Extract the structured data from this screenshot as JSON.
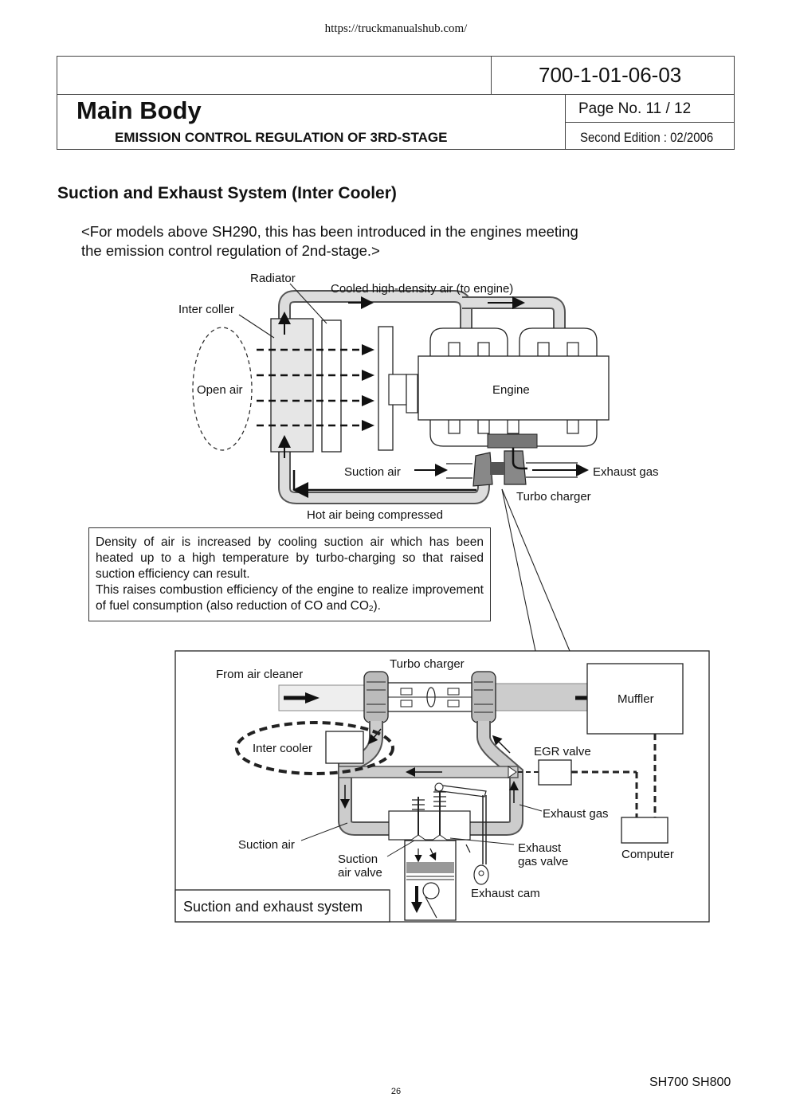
{
  "source_url": "https://truckmanualshub.com/",
  "header": {
    "doc_number": "700-1-01-06-03",
    "title": "Main Body",
    "subtitle": "EMISSION CONTROL REGULATION OF 3RD-STAGE",
    "page_label": "Page  No.   11 / 12",
    "edition": "Second Edition : 02/2006"
  },
  "section": {
    "title": "Suction and Exhaust System (Inter Cooler)",
    "intro_line1": "<For models above SH290, this has been introduced in the engines meeting",
    "intro_line2": "the emission control regulation of 2nd-stage.>"
  },
  "diagram_top": {
    "radiator": "Radiator",
    "cooled_air": "Cooled high-density air (to engine)",
    "inter_coller": "Inter coller",
    "open_air": "Open air",
    "engine": "Engine",
    "suction_air": "Suction air",
    "exhaust_gas": "Exhaust gas",
    "turbo_charger": "Turbo charger",
    "hot_air": "Hot air being compressed"
  },
  "note": {
    "para1": "Density of air is increased by cooling suction air which has been heated up to a high temperature by turbo-charging so that raised suction efficiency can result.",
    "para2_pre": "This raises combustion efficiency of the engine to realize improvement of fuel consumption (also reduction of CO and CO",
    "para2_sub": "2",
    "para2_post": ")."
  },
  "diagram_bottom": {
    "turbo_charger": "Turbo charger",
    "from_air_cleaner": "From air cleaner",
    "muffler": "Muffler",
    "inter_cooler": "Inter cooler",
    "egr_valve": "EGR valve",
    "exhaust_gas": "Exhaust gas",
    "suction_air": "Suction air",
    "exhaust_gas_valve_1": "Exhaust",
    "exhaust_gas_valve_2": "gas valve",
    "computer": "Computer",
    "suction_air_valve_1": "Suction",
    "suction_air_valve_2": "air valve",
    "exhaust_cam": "Exhaust cam",
    "caption": "Suction and exhaust system"
  },
  "footer": {
    "model": "SH700 SH800",
    "page": "26"
  }
}
